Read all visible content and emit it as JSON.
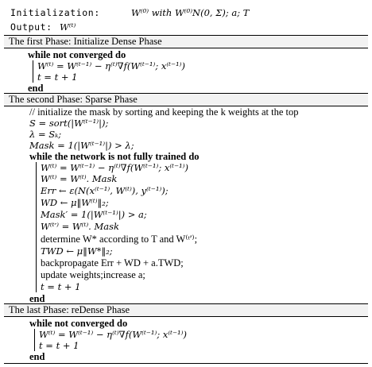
{
  "header": {
    "init_keyword": "Initialization:",
    "init_value": "W⁽⁰⁾ with W⁽⁰⁾N(0, Σ); a; T",
    "output_keyword": "Output:",
    "output_value": "W⁽ᵗ⁾"
  },
  "phases": [
    {
      "title": "The first Phase: Initialize Dense Phase",
      "lines": [
        "while not converged do",
        "W⁽ᵗ⁾ = W⁽ᵗ⁻¹⁾ − η⁽ᵗ⁾∇f(W⁽ᵗ⁻¹⁾; x⁽ᵗ⁻¹⁾)",
        "t = t + 1",
        "end"
      ]
    },
    {
      "title": "The second Phase: Sparse Phase",
      "lines": [
        "// initialize the mask by sorting and keeping the k weights at the top",
        "S = sort(|W⁽ᵗ⁻¹⁾|);",
        "λ = Sₖ;",
        "Mask = 1(|W⁽ᵗ⁻¹⁾|) > λ;",
        "while the network is not fully trained do",
        "W⁽ᵗ⁾ = W⁽ᵗ⁻¹⁾ − η⁽ᵗ⁾∇f(W⁽ᵗ⁻¹⁾; x⁽ᵗ⁻¹⁾)",
        "W⁽ᵗ⁾ = W⁽ᵗ⁾. Mask",
        "Err ← ε(N(x⁽ᵗ⁻¹⁾, W⁽ᵗ⁾), y⁽ᵗ⁻¹⁾);",
        "WD ← μ‖W⁽ᵗ⁾‖₂;",
        "Mask′ = 1(|W⁽ᵗ⁻¹⁾|) > a;",
        "W⁽ᵗ′⁾ = W⁽ᵗ⁾. Mask",
        "determine W* according to T and W⁽ᵗ′⁾;",
        "TWD ← μ‖W*‖₂;",
        "backpropagate Err + WD + a.TWD;",
        "update weights;increase a;",
        "t = t + 1",
        "end"
      ]
    },
    {
      "title": "The last Phase: reDense Phase",
      "lines": [
        "while not converged do",
        "W⁽ᵗ⁾ = W⁽ᵗ⁻¹⁾ − η⁽ᵗ⁾∇f(W⁽ᵗ⁻¹⁾; x⁽ᵗ⁻¹⁾)",
        "t = t + 1",
        "end"
      ]
    }
  ]
}
